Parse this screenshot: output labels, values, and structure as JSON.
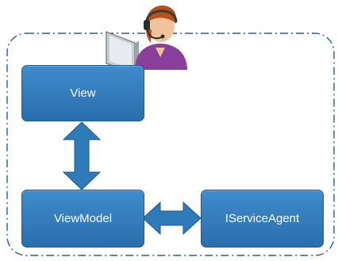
{
  "diagram": {
    "nodes": [
      {
        "id": "view",
        "label": "View"
      },
      {
        "id": "viewmodel",
        "label": "ViewModel"
      },
      {
        "id": "serviceagent",
        "label": "IServiceAgent"
      }
    ],
    "edges": [
      {
        "from": "view",
        "to": "viewmodel",
        "type": "bidirectional-arrow"
      },
      {
        "from": "viewmodel",
        "to": "serviceagent",
        "type": "bidirectional-arrow"
      }
    ],
    "icons": [
      "user-at-monitor-icon"
    ],
    "colors": {
      "box_fill": "#2f7ab9",
      "box_border": "#1d5a8e",
      "arrow_fill": "#2f7ab9",
      "boundary": "#2c5f8e",
      "box_text": "#ffffff"
    }
  }
}
